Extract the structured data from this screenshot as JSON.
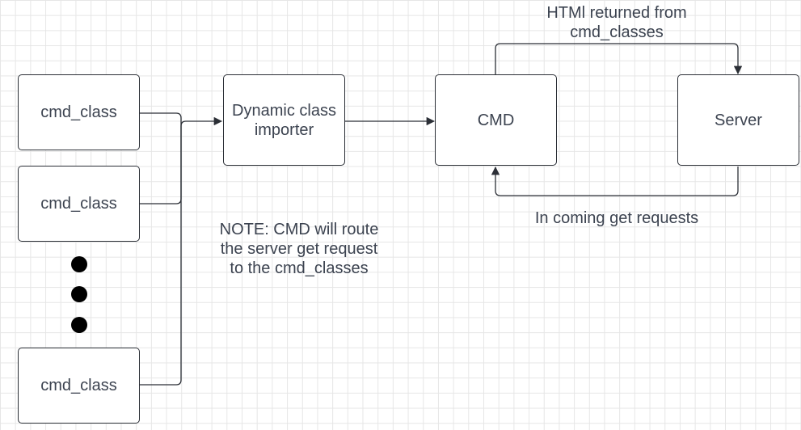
{
  "nodes": {
    "cmd_class_1": "cmd_class",
    "cmd_class_2": "cmd_class",
    "cmd_class_3": "cmd_class",
    "importer": "Dynamic class importer",
    "cmd": "CMD",
    "server": "Server"
  },
  "labels": {
    "html_returned": "HTMl returned from cmd_classes",
    "incoming": "In coming get requests",
    "note": "NOTE: CMD will route the server get request to the cmd_classes"
  },
  "colors": {
    "stroke": "#2b2f36",
    "text": "#3c4350",
    "grid": "#e6e6e6",
    "dot": "#000000"
  }
}
